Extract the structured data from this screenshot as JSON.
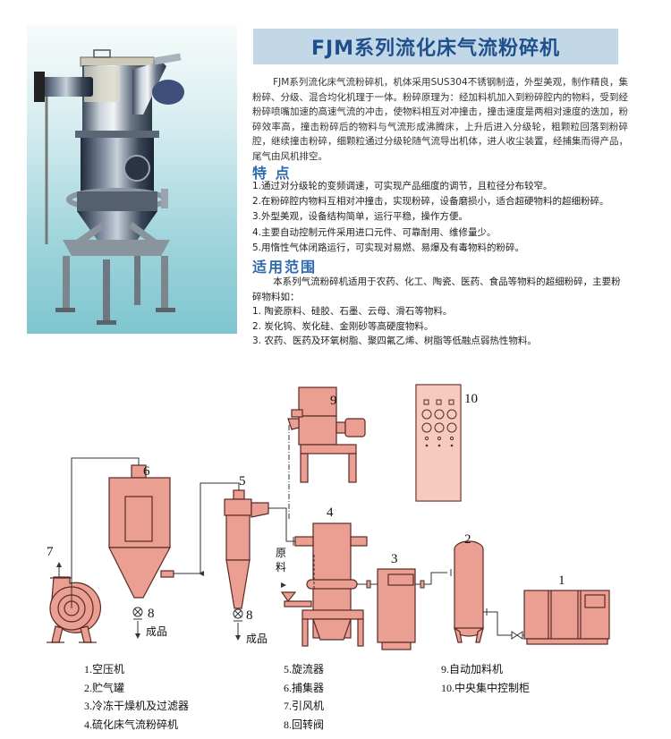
{
  "header": {
    "title": "FJM系列流化床气流粉碎机"
  },
  "product_photo": {
    "alt": "FJM fluidized bed jet mill stainless steel machine photo",
    "background_colors": [
      "#f7fbfb",
      "#7fc5cf"
    ]
  },
  "intro": {
    "text": "FJM系列流化床气流粉碎机，机体采用SUS304不锈钢制造，外型美观，制作精良，集粉碎、分级、混合均化机理于一体。粉碎原理为：经加料机加入到粉碎腔内的物料，受到经粉碎喷嘴加速的高速气流的冲击，使物料相互对冲撞击，撞击速度是两相对速度的迭加，粉碎效率高，撞击粉碎后的物料与气流形成沸腾床，上升后进入分级轮，粗颗粒回落到粉碎腔，继续撞击粉碎，细颗粒通过分级轮随气流导出机体，进人收尘装置，经捕集而得产品，尾气由风机排空。"
  },
  "features": {
    "heading": "特  点",
    "items": [
      "1.通过对分级轮的变频调速，可实现产品细度的调节，且粒径分布较窄。",
      "2.在粉碎腔内物料互相对冲撞击，实现粉碎，设备磨损小，适合超硬物料的超细粉碎。",
      "3.外型美观，设备结构简单，运行平稳，操作方便。",
      "4.主要自动控制元件采用进口元件、可靠耐用、维修量少。",
      "5.用惰性气体闭路运行，可实现对易燃、易爆及有毒物料的粉碎。"
    ]
  },
  "scope": {
    "heading": "适用范围",
    "intro": "本系列气流粉碎机适用于农药、化工、陶瓷、医药、食品等物料的超细粉碎，主要粉 碎物料如：",
    "items": [
      "1.  陶瓷原料、硅胶、石墨、云母、滑石等物料。",
      "2.  炭化钨、炭化硅、金刚砂等高硬度物料。",
      "3.  农药、医药及环氧树脂、聚四氟乙烯、树脂等低融点弱热性物料。"
    ]
  },
  "diagram": {
    "fill_color": "#eb9f92",
    "panel_fill_color": "#f6cbbd",
    "stroke_color": "#5a2a24",
    "labels": {
      "n1": "1",
      "n2": "2",
      "n3": "3",
      "n4": "4",
      "n5": "5",
      "n6": "6",
      "n7": "7",
      "n8a": "8",
      "n8b": "8",
      "n9": "9",
      "n10": "10",
      "product_a": "成品",
      "product_b": "成品",
      "raw_material_1": "原",
      "raw_material_2": "料"
    }
  },
  "legend": {
    "col1": [
      "1.空压机",
      "2.贮气罐",
      "3.冷冻干燥机及过滤器",
      "4.硫化床气流粉碎机"
    ],
    "col2": [
      "5.旋流器",
      "6.捕集器",
      "7.引风机",
      "8.回转阀"
    ],
    "col3": [
      "9.自动加料机",
      "10.中央集中控制柜"
    ]
  }
}
